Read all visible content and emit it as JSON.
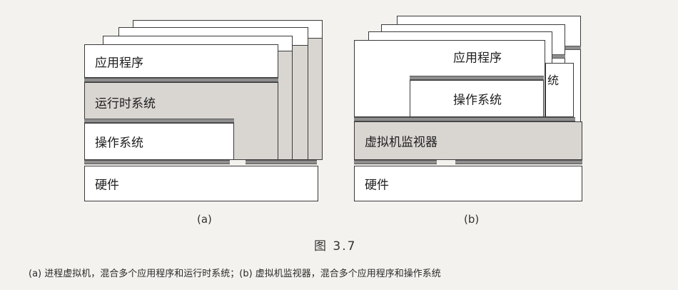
{
  "diagram_a": {
    "app_label": "应用程序",
    "runtime_label": "运行时系统",
    "os_label": "操作系统",
    "hardware_label": "硬件",
    "sublabel": "(a)"
  },
  "diagram_b": {
    "app_label": "应用程序",
    "os_label": "操作系统",
    "os_fragment_label": "统",
    "vmm_label": "虚拟机监视器",
    "hardware_label": "硬件",
    "sublabel": "(b)"
  },
  "figure": {
    "title": "图   3.7",
    "caption": "(a) 进程虚拟机，混合多个应用程序和运行时系统；(b) 虚拟机监视器，混合多个应用程序和操作系统"
  },
  "colors": {
    "gray_fill": "#d9d6d2",
    "border": "#3a3a3a",
    "strip": "#8e8e8e"
  }
}
